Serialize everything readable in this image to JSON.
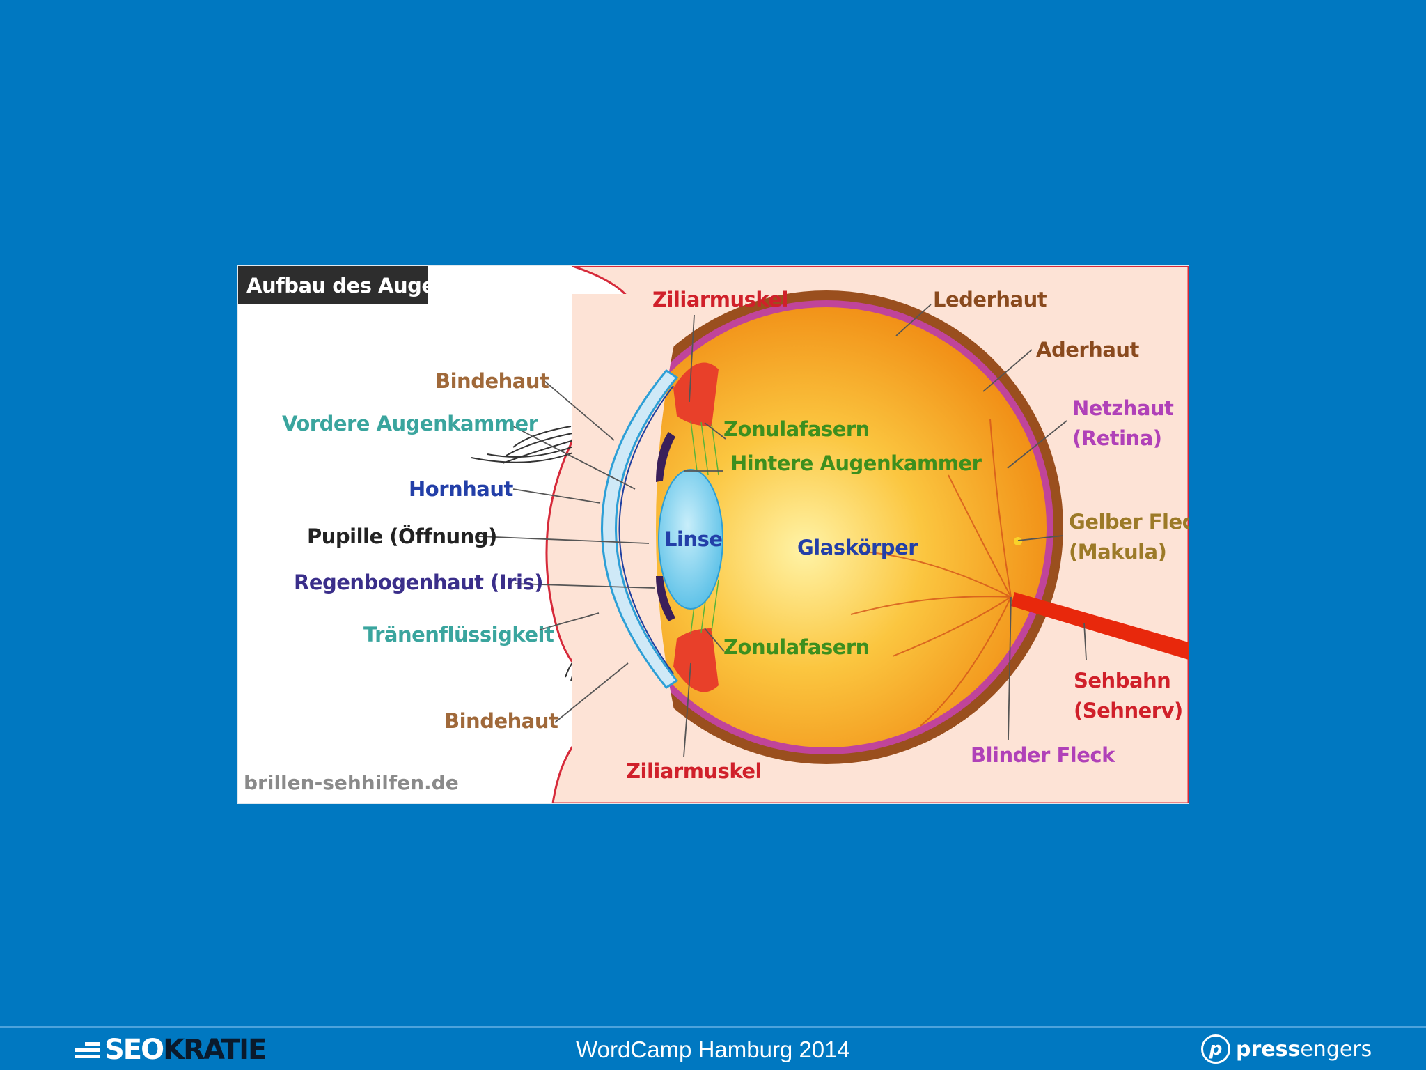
{
  "diagram": {
    "title": "Aufbau des Auges",
    "source": "brillen-sehhilfen.de",
    "labels": {
      "ziliarmuskel_top": "Ziliarmuskel",
      "lederhaut": "Lederhaut",
      "aderhaut": "Aderhaut",
      "netzhaut": "Netzhaut",
      "retina": "(Retina)",
      "bindehaut_top": "Bindehaut",
      "vordere_augenkammer": "Vordere Augenkammer",
      "zonulafasern_top": "Zonulafasern",
      "hintere_augenkammer": "Hintere Augenkammer",
      "hornhaut": "Hornhaut",
      "pupille": "Pupille (Öffnung)",
      "linse": "Linse",
      "glaskoerper": "Glaskörper",
      "gelber_fleck": "Gelber Fleck",
      "makula": "(Makula)",
      "regenbogenhaut": "Regenbogenhaut (Iris)",
      "traenenfluessigkeit": "Tränenflüssigkeit",
      "zonulafasern_bottom": "Zonulafasern",
      "sehbahn": "Sehbahn",
      "sehnerv": "(Sehnerv)",
      "bindehaut_bottom": "Bindehaut",
      "blinder_fleck": "Blinder Fleck",
      "ziliarmuskel_bottom": "Ziliarmuskel"
    },
    "colors": {
      "background_skin": "#fde3d6",
      "sclera": "#9a4f1e",
      "choroid": "#c0449a",
      "vitreous": "#f7a51e",
      "lens": "#7fd0ee",
      "optic_nerve": "#e8280c",
      "label_brown": "#a0693a",
      "label_teal": "#3aa59e",
      "label_blue": "#233fa8",
      "label_red": "#d0202a",
      "label_green": "#3d8f1e",
      "label_magenta": "#b041b8",
      "label_olive": "#9c7a28"
    }
  },
  "footer": {
    "caption": "WordCamp Hamburg 2014",
    "logo_left": {
      "part1": "SEO",
      "part2": "KRATIE"
    },
    "logo_right": {
      "icon": "p",
      "part1": "press",
      "part2": "engers"
    }
  }
}
